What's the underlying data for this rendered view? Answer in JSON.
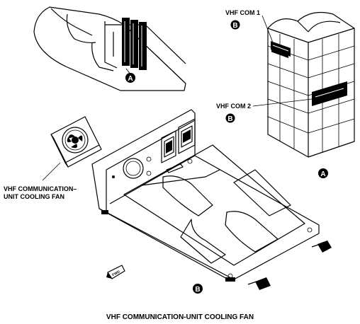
{
  "figure_title": "VHF COMMUNICATION-UNIT COOLING FAN",
  "labels": {
    "vhf_com_1": "VHF COM 1",
    "vhf_com_2": "VHF COM 2",
    "fan_line1": "VHF COMMUNICATION–",
    "fan_line2": "UNIT COOLING FAN",
    "fwd": "FWD"
  },
  "callouts": {
    "a": "A",
    "b": "B"
  },
  "colors": {
    "ink": "#000000",
    "paper": "#ffffff"
  }
}
